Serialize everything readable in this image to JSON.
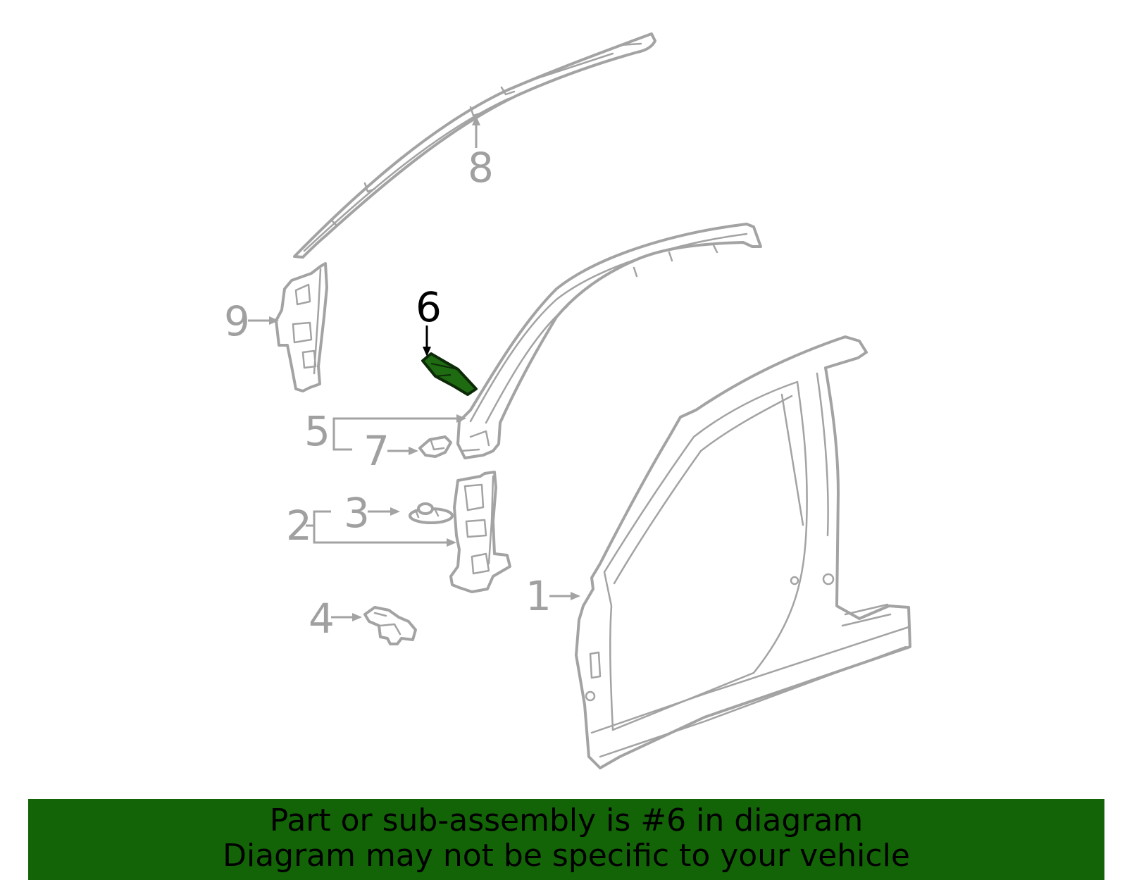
{
  "diagram": {
    "highlighted_part": "6",
    "callouts": [
      {
        "id": "1",
        "label": "1"
      },
      {
        "id": "2",
        "label": "2"
      },
      {
        "id": "3",
        "label": "3"
      },
      {
        "id": "4",
        "label": "4"
      },
      {
        "id": "5",
        "label": "5"
      },
      {
        "id": "6",
        "label": "6"
      },
      {
        "id": "7",
        "label": "7"
      },
      {
        "id": "8",
        "label": "8"
      },
      {
        "id": "9",
        "label": "9"
      }
    ],
    "colors": {
      "part_outline": "#a3a3a3",
      "highlight_fill": "#1e6b12",
      "banner_bg": "#136407"
    }
  },
  "banner": {
    "line1": "Part or sub-assembly is #6 in diagram",
    "line2": "Diagram may not be specific to your vehicle"
  }
}
